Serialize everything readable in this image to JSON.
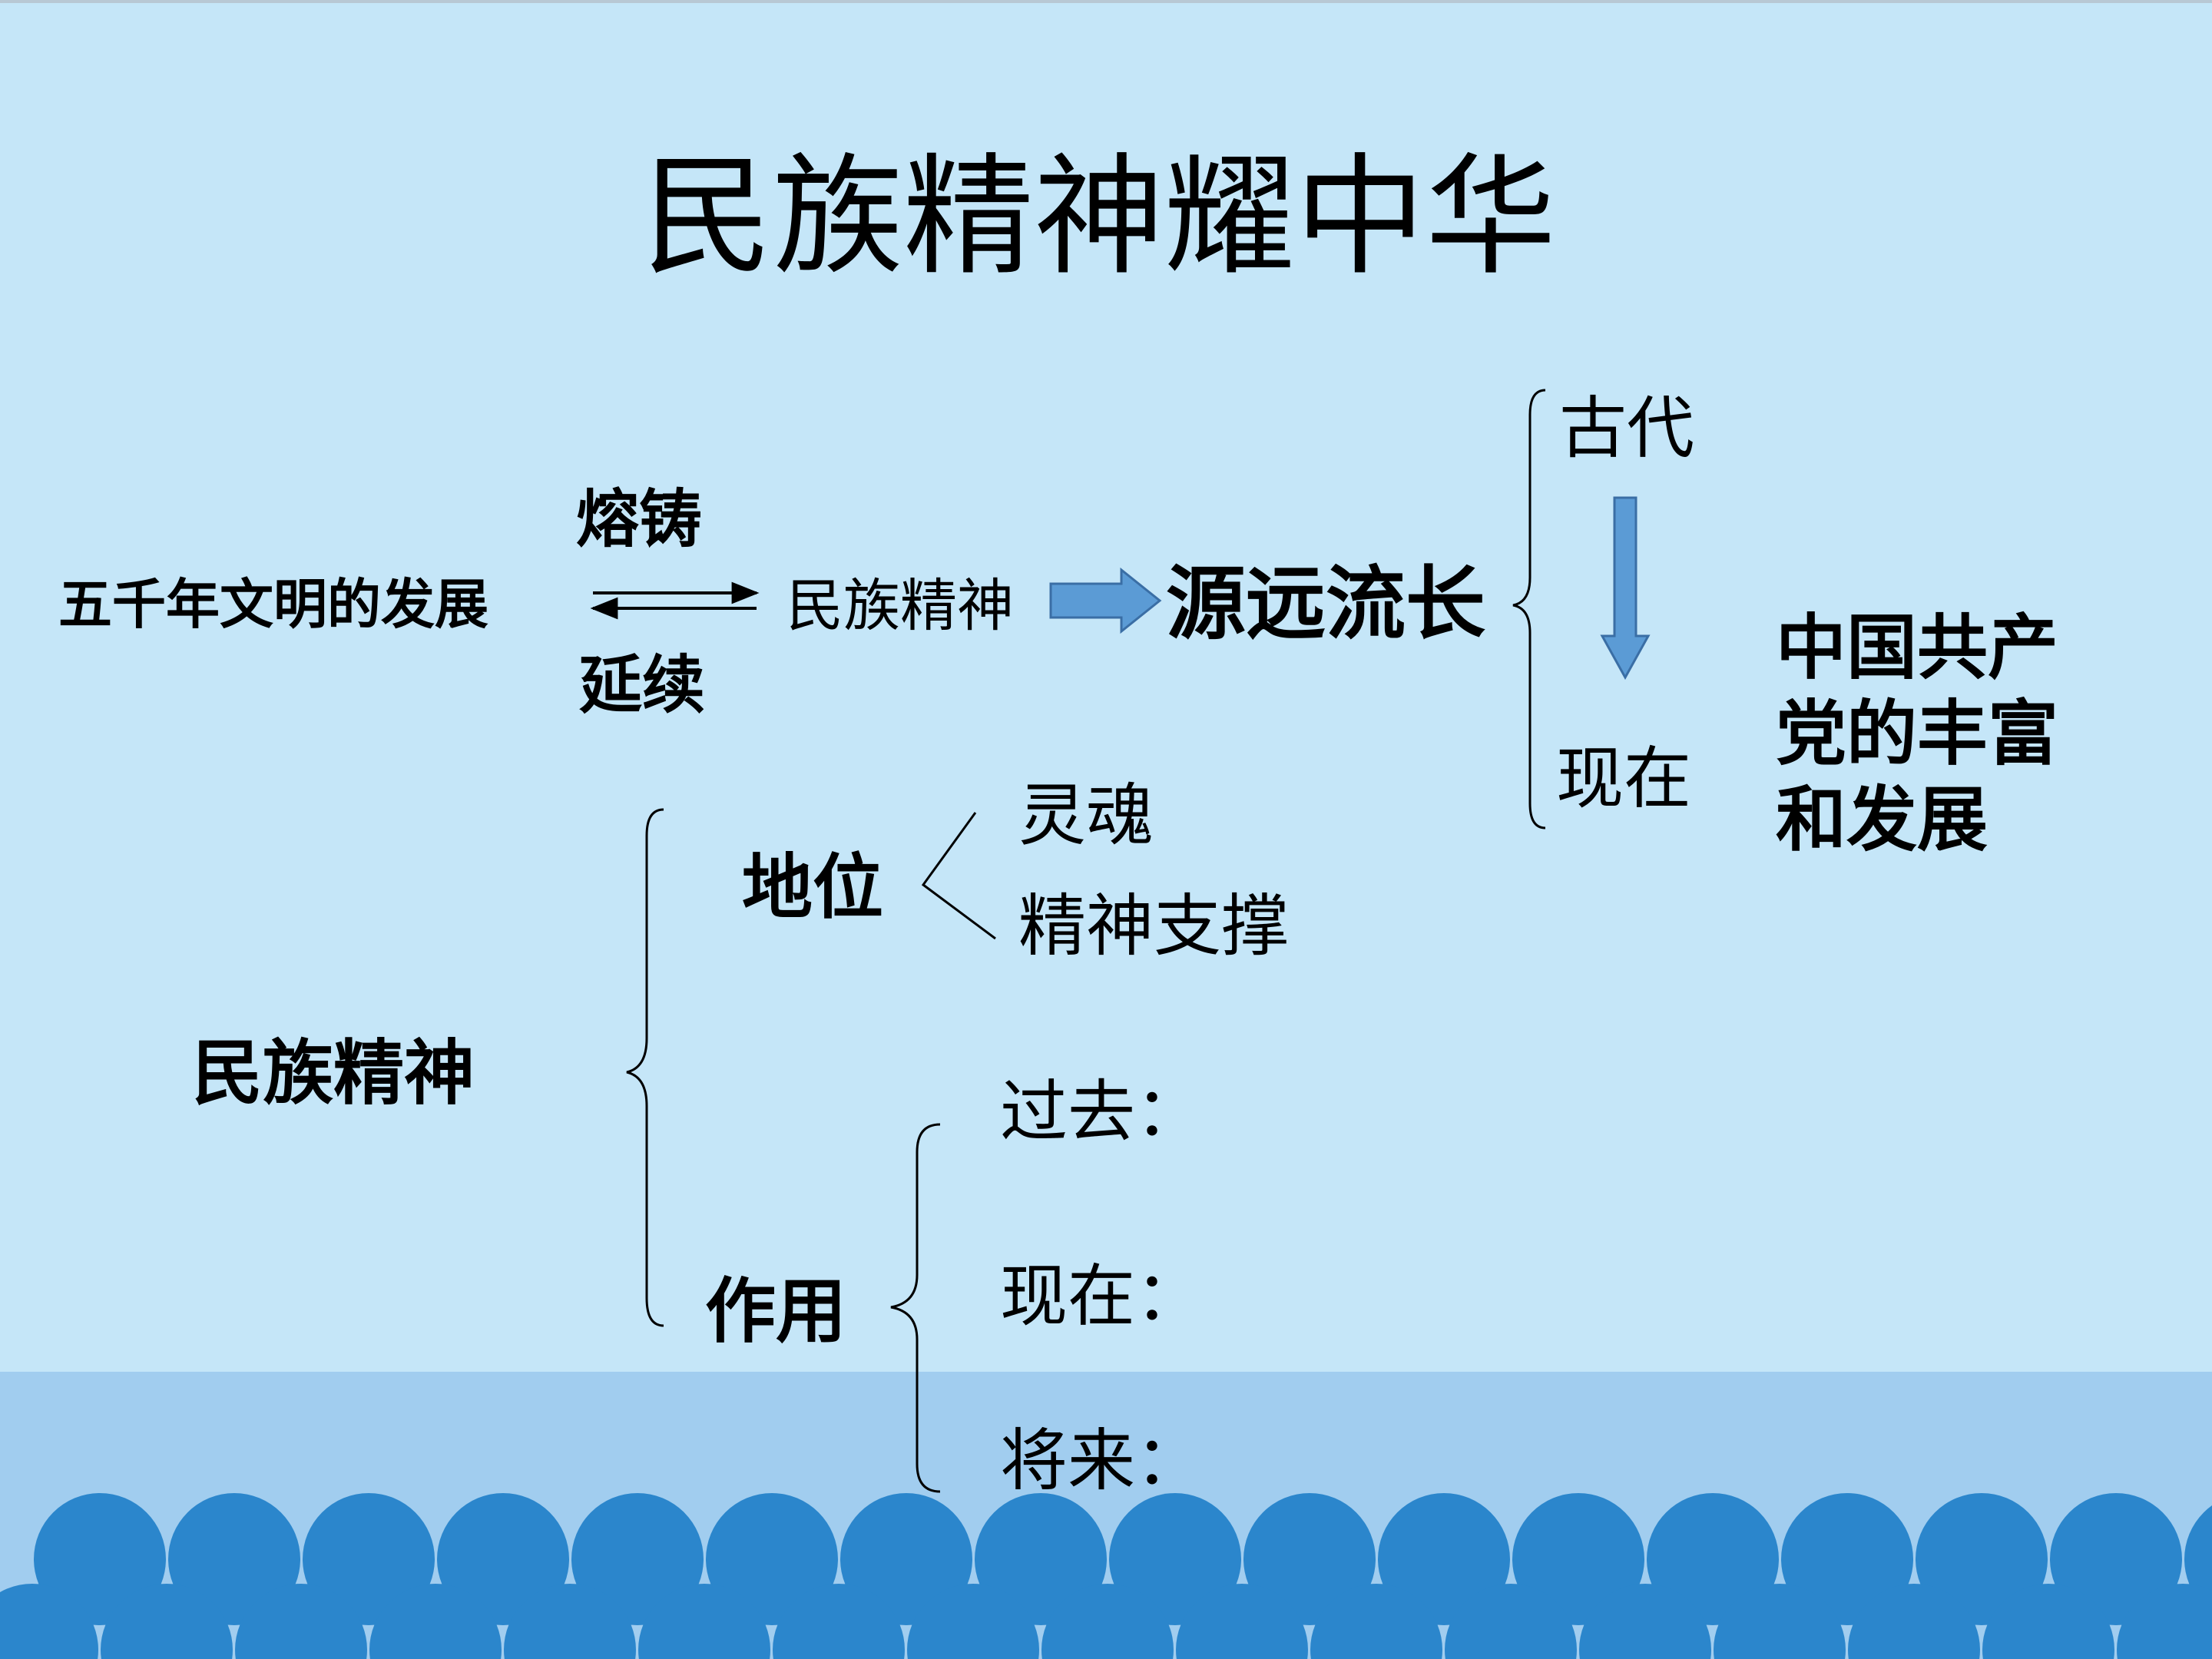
{
  "title": "民族精神耀中华",
  "row1": {
    "source": "五千年文明的发展",
    "forge_label": "熔铸",
    "continue_label": "延续",
    "spirit": "民族精神",
    "result": "源远流长",
    "ancient": "古代",
    "present": "现在",
    "party_lines": [
      "中国共产",
      "党的丰富",
      "和发展"
    ]
  },
  "tree": {
    "root": "民族精神",
    "status_label": "地位",
    "status_items": [
      "灵魂",
      "精神支撑"
    ],
    "role_label": "作用",
    "role_items": [
      "过去：",
      "现在：",
      "将来："
    ]
  },
  "colors": {
    "background": "#c5e6f8",
    "sea_band": "#a1cdef",
    "waves": "#2b86cc",
    "arrow_fill": "#5b9bd5",
    "arrow_stroke": "#3a6ea5"
  }
}
